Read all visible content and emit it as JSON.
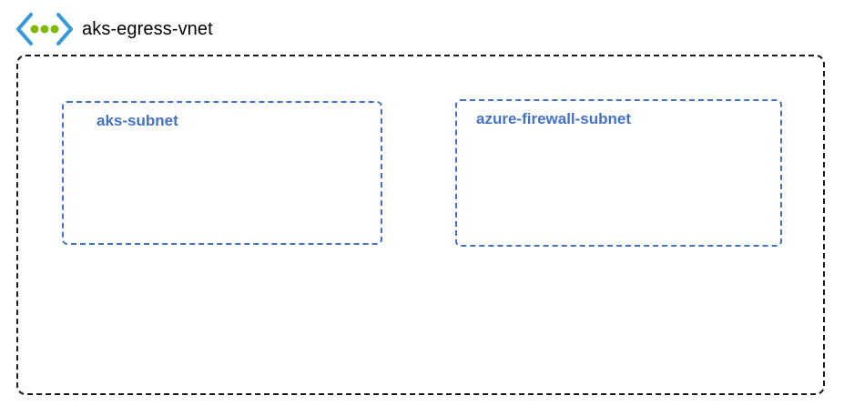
{
  "vnet": {
    "title": "aks-egress-vnet",
    "icon": "virtual-network-icon",
    "border_color": "#1a1a1a"
  },
  "subnets": [
    {
      "label": "aks-subnet",
      "border_color": "#4472c4"
    },
    {
      "label": "azure-firewall-subnet",
      "border_color": "#4472c4"
    }
  ],
  "colors": {
    "icon_brackets": "#3a9ad9",
    "icon_dots": "#7fba00",
    "subnet_text": "#4472c4"
  }
}
